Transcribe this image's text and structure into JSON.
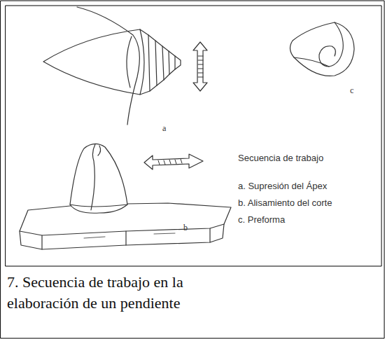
{
  "diagram": {
    "caption": "7. Secuencia de trabajo en la elaboración de un pendiente",
    "labels": [
      "a",
      "c",
      "b",
      "Secuencia de trabajo",
      "a. Supresión del Ápex",
      "b. Alisamiento del corte",
      "c. Preforma"
    ]
  }
}
